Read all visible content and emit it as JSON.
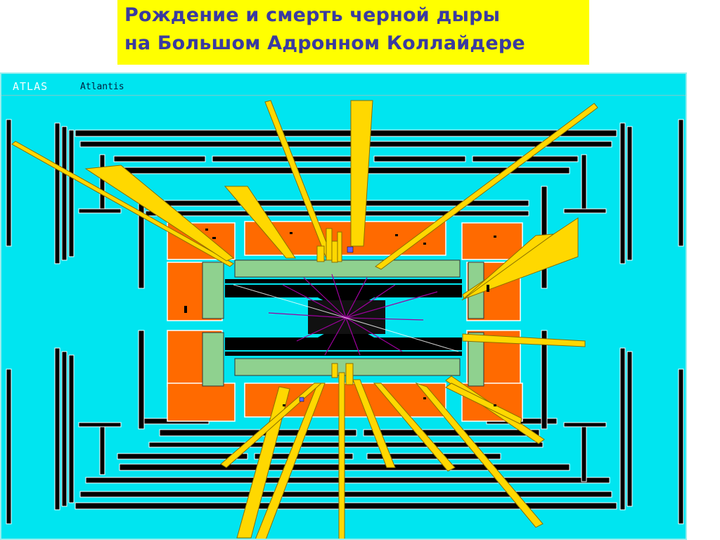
{
  "slide": {
    "title_line1": "Рождение и смерть черной дыры",
    "title_line2": "на Большом  Адронном Коллайдере",
    "title_color": "#3a3aa0",
    "title_bg": "#ffff00"
  },
  "event_display": {
    "experiment_label": "ATLAS",
    "software_label": "Atlantis",
    "colors": {
      "background": "#00e5f0",
      "muon_chambers": "#000000",
      "hadronic_calorimeter": "#ff6a00",
      "em_calorimeter": "#8fd18f",
      "energy_towers": "#ffd800",
      "tracks": "#a000a0"
    }
  }
}
